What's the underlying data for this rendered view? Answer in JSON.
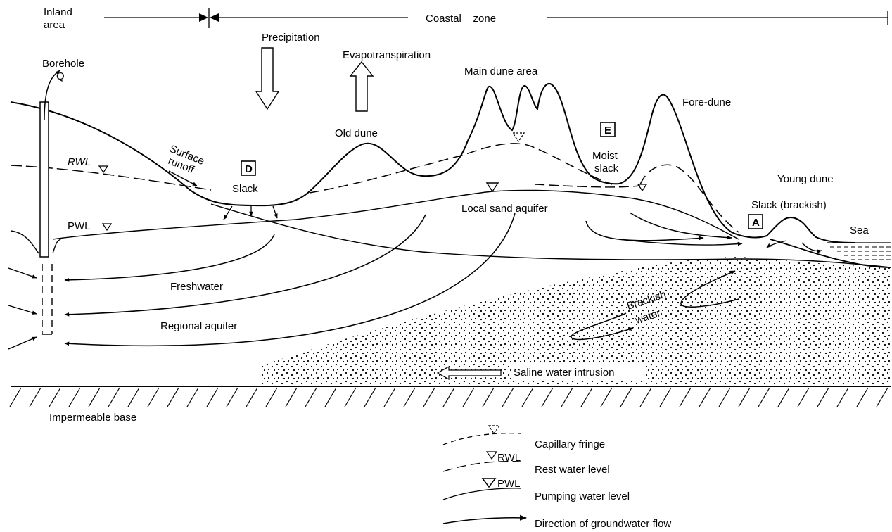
{
  "header": {
    "inland_line1": "Inland",
    "inland_line2": "area",
    "coastal_zone": "Coastal    zone"
  },
  "labels": {
    "precipitation": "Precipitation",
    "evapotranspiration": "Evapotranspiration",
    "borehole_line1": "Borehole",
    "borehole_line2": "Q",
    "main_dune_area": "Main dune area",
    "fore_dune": "Fore-dune",
    "old_dune": "Old dune",
    "surface_runoff_line1": "Surface",
    "surface_runoff_line2": "runoff",
    "rwl": "RWL",
    "pwl": "PWL",
    "slack": "Slack",
    "moist_slack_line1": "Moist",
    "moist_slack_line2": "slack",
    "young_dune": "Young dune",
    "slack_brackish": "Slack (brackish)",
    "sea": "Sea",
    "local_sand_aquifer": "Local sand aquifer",
    "freshwater": "Freshwater",
    "regional_aquifer": "Regional aquifer",
    "brackish_water_line1": "Brackish",
    "brackish_water_line2": "water",
    "saline_water_intrusion": "Saline water intrusion",
    "impermeable_base": "Impermeable base"
  },
  "boxes": {
    "d": "D",
    "e": "E",
    "a": "A"
  },
  "legend": {
    "capillary_fringe": "Capillary fringe",
    "rwl_symbol": "RWL",
    "rest_water_level": "Rest water level",
    "pwl_symbol": "PWL",
    "pumping_water_level": "Pumping water level",
    "groundwater_flow": "Direction of groundwater flow"
  }
}
